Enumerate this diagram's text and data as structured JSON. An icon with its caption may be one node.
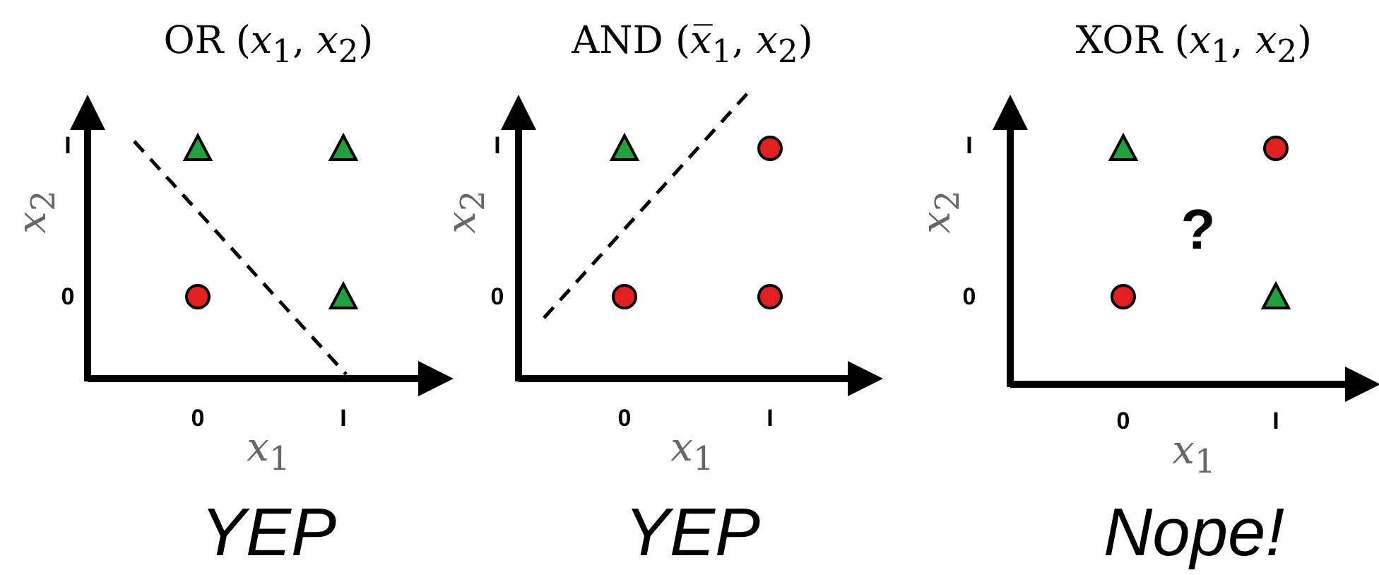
{
  "diagram": {
    "labels": [
      "OR (*x*$_{1}$, *x*$_{2}$)",
      "I",
      "0",
      "*x*$_{2}$",
      "0",
      "I",
      "*x*$_{1}$",
      "YEP",
      "AND (*x̅*$_{1}$, *x*$_{2}$)",
      "I",
      "0",
      "*x*$_{2}$",
      "0",
      "I",
      "*x*$_{1}$",
      "YEP",
      "XOR (*x*$_{1}$, *x*$_{2}$)",
      "I",
      "0",
      "*x*$_{2}$",
      "?",
      "0",
      "I",
      "*x*$_{1}$",
      "Nope!"
    ]
  }
}
